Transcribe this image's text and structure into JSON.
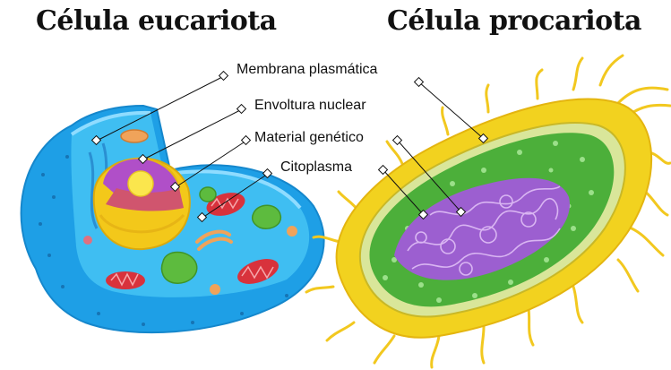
{
  "titles": {
    "eukaryote": "Célula eucariota",
    "prokaryote": "Célula procariota"
  },
  "labels": {
    "membrane": "Membrana plasmática",
    "nuclear_envelope": "Envoltura nuclear",
    "genetic_material": "Material genético",
    "cytoplasm": "Citoplasma"
  },
  "colors": {
    "text": "#111111",
    "eukaryote_membrane": "#1e9fe6",
    "eukaryote_cytoplasm": "#3fbef2",
    "nucleus": "#f3c81a",
    "nucleolus": "#b04fc8",
    "prokaryote_wall": "#f2d21f",
    "prokaryote_cytoplasm": "#4caf3a",
    "prokaryote_dna": "#9c5fd0",
    "mitochondria": "#d8323c",
    "vacuole": "#5dbb3e"
  }
}
